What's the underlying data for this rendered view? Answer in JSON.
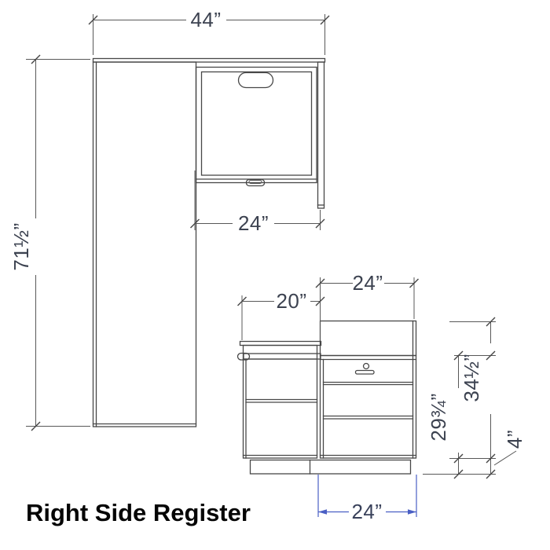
{
  "title": "Right Side Register",
  "colors": {
    "drawing_line": "#474747",
    "dimension_text": "#3c4250",
    "accent_blue_line": "#4a5fc4",
    "accent_blue_text": "#39415a"
  },
  "upper_figure": {
    "dims": {
      "overall_width": "44”",
      "overall_height": "71½”",
      "hutch_width": "24”"
    }
  },
  "lower_figure": {
    "dims": {
      "right_section_width": "24”",
      "left_section_width": "20”",
      "counter_height": "29¾”",
      "overall_height": "34½”",
      "base_height": "4”",
      "bottom_width": "24”"
    }
  }
}
